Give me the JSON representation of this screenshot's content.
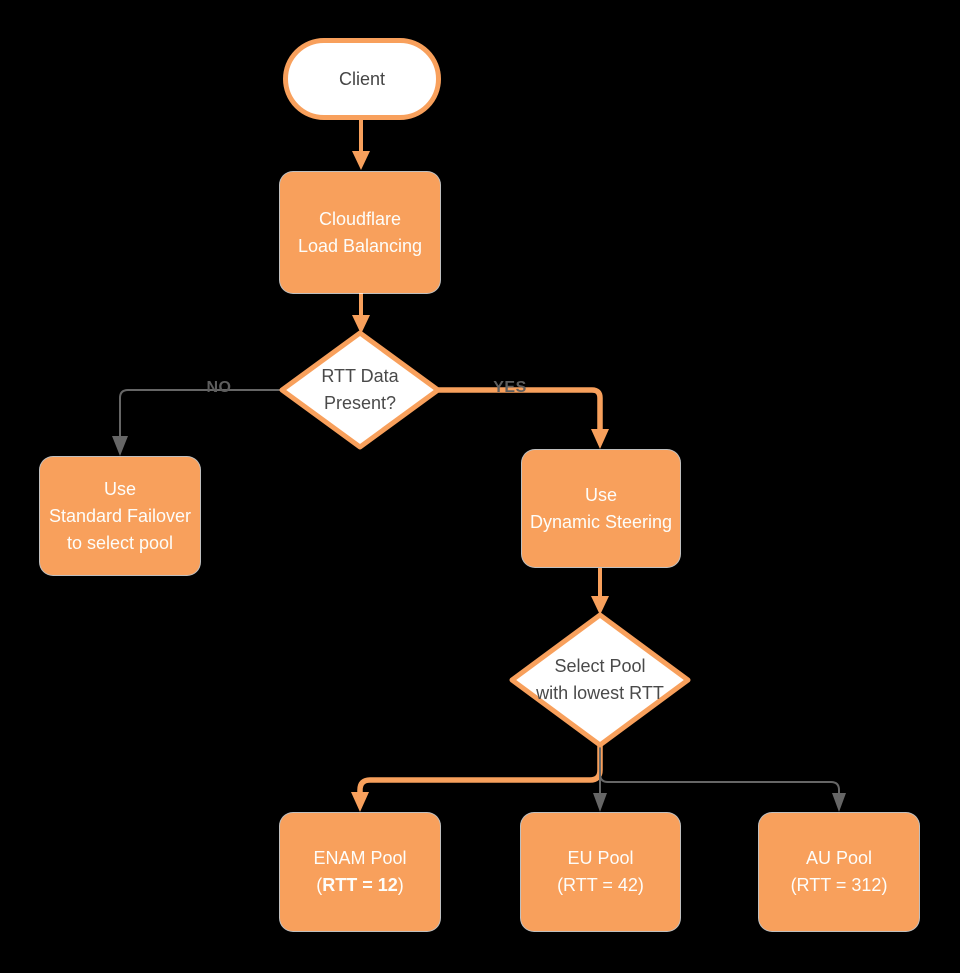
{
  "diagram": {
    "title_semantic": "Cloudflare Load Balancing dynamic steering flowchart",
    "colors": {
      "background": "#000000",
      "shape_orange": "#F8A05C",
      "shape_white": "#FFFFFF",
      "gray_connector": "#666666",
      "dark_text": "#4A4A4A",
      "white_text": "#FDFDFA",
      "edge_label_gray": "#5E5E5E"
    },
    "nodes": {
      "client": {
        "label": "Client"
      },
      "cloudflare_lb": {
        "line1": "Cloudflare",
        "line2": "Load Balancing"
      },
      "decision_rtt": {
        "line1": "RTT Data",
        "line2": "Present?"
      },
      "standard_failover": {
        "line1": "Use",
        "line2": "Standard Failover",
        "line3": "to select pool"
      },
      "dynamic_steering": {
        "line1": "Use",
        "line2": "Dynamic Steering"
      },
      "decision_pool": {
        "line1": "Select Pool",
        "line2": "with lowest RTT"
      },
      "enam_pool": {
        "line1": "ENAM Pool",
        "paren_open": "(",
        "rtt_bold": "RTT = 12",
        "paren_close": ")"
      },
      "eu_pool": {
        "line1": "EU Pool",
        "line2": "(RTT = 42)"
      },
      "au_pool": {
        "line1": "AU Pool",
        "line2": "(RTT = 312)"
      }
    },
    "edges": {
      "no_label": "NO",
      "yes_label": "YES"
    }
  }
}
